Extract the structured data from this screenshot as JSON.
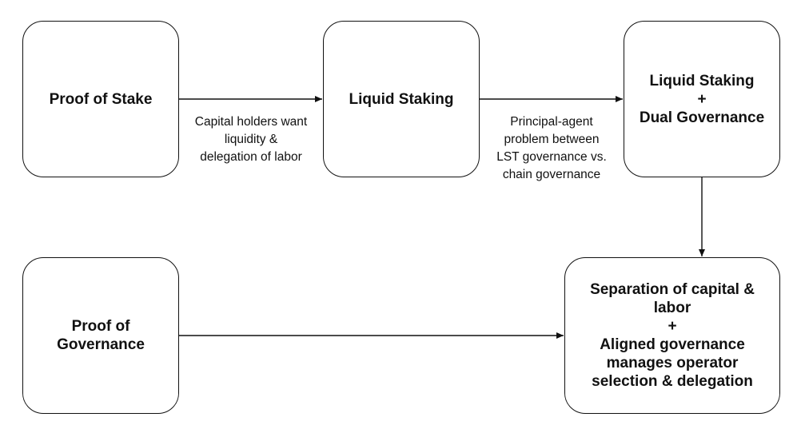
{
  "nodes": {
    "proof_of_stake": {
      "lines": [
        "Proof of Stake"
      ]
    },
    "liquid_staking": {
      "lines": [
        "Liquid Staking"
      ]
    },
    "liquid_staking_dual": {
      "lines": [
        "Liquid Staking",
        "+",
        "Dual Governance"
      ]
    },
    "proof_of_governance": {
      "lines": [
        "Proof of",
        "Governance"
      ]
    },
    "separation": {
      "lines": [
        "Separation of capital &",
        "labor",
        "+",
        "Aligned governance",
        "manages operator",
        "selection & delegation"
      ]
    }
  },
  "edges": {
    "pos_to_ls": {
      "lines": [
        "Capital holders want",
        "liquidity &",
        "delegation of labor"
      ]
    },
    "ls_to_lsdg": {
      "lines": [
        "Principal-agent",
        "problem between",
        "LST governance vs.",
        "chain governance"
      ]
    }
  },
  "colors": {
    "stroke": "#111111",
    "background": "#ffffff",
    "text": "#111111"
  }
}
